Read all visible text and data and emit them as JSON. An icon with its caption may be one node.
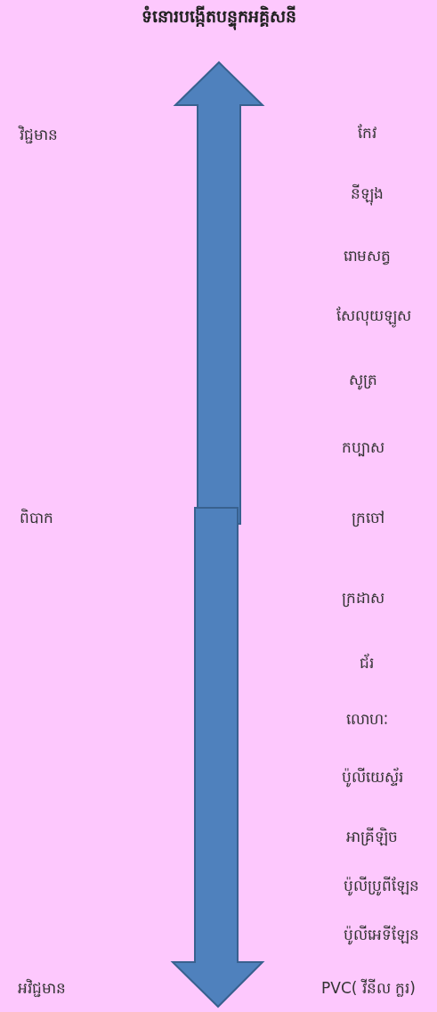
{
  "diagram": {
    "title": "ទំនោរបង្កើតបន្ទុកអគ្គិសនី",
    "labels": [
      "វិជ្ជមាន",
      "កែវ",
      "នីឡុង",
      "រោមសត្វ",
      "សែលុយឡូស",
      "សូត្រ",
      "កប្បាស",
      "ពិបាក",
      "ក្រចៅ",
      "ក្រដាស",
      "ជ័រ",
      "លោហៈ",
      "ប៉ូលីយេស្ទ័រ",
      "អាគ្រីឡិច",
      "ប៉ូលីប្រូពីឡែន",
      "ប៉ូលីអេទីឡែន",
      "អវិជ្ជមាន",
      "PVC( វីនីល ក្លរ)"
    ]
  }
}
